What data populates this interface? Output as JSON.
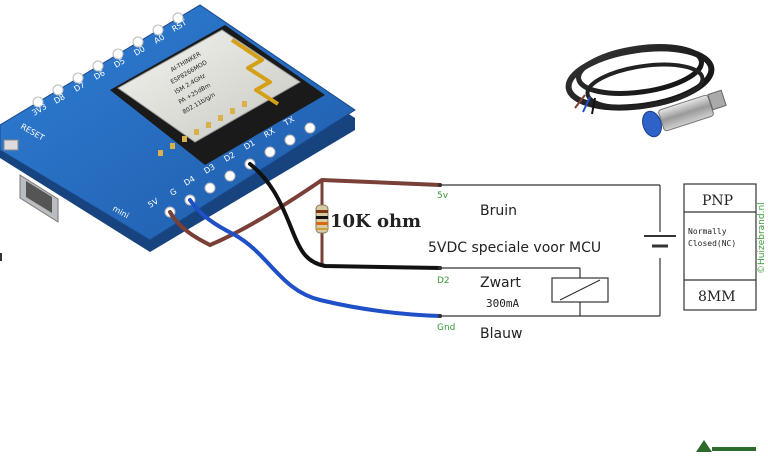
{
  "board": {
    "pins_top": [
      "3V3",
      "D8",
      "D7",
      "D6",
      "D5",
      "D0",
      "A0",
      "RST"
    ],
    "pins_bottom": [
      "5V",
      "G",
      "D4",
      "D3",
      "D2",
      "D1",
      "RX",
      "TX"
    ],
    "reset_label": "RESET",
    "mini_label": "mini",
    "chip_text": [
      "ESP8266MOD",
      "ISM 2.4GHz",
      "PA +25dBm",
      "802.11b/g/n"
    ],
    "brand_text": "AI-THINKER"
  },
  "wires": {
    "brown": "#7a4038",
    "black": "#111111",
    "blue": "#1f50c8"
  },
  "resistor_label": "10K ohm",
  "terminals": {
    "v5": "5v",
    "d2": "D2",
    "gnd": "Gnd"
  },
  "wire_names": {
    "brown": "Bruin",
    "black": "Zwart",
    "blue": "Blauw"
  },
  "supply_label": "5VDC speciale voor MCU",
  "load_label": "300mA",
  "sensor_box": {
    "type": "PNP",
    "mode_line1": "Normally",
    "mode_line2": "Closed(NC)",
    "size": "8MM",
    "watermark": "©Huizebrand.nl"
  }
}
